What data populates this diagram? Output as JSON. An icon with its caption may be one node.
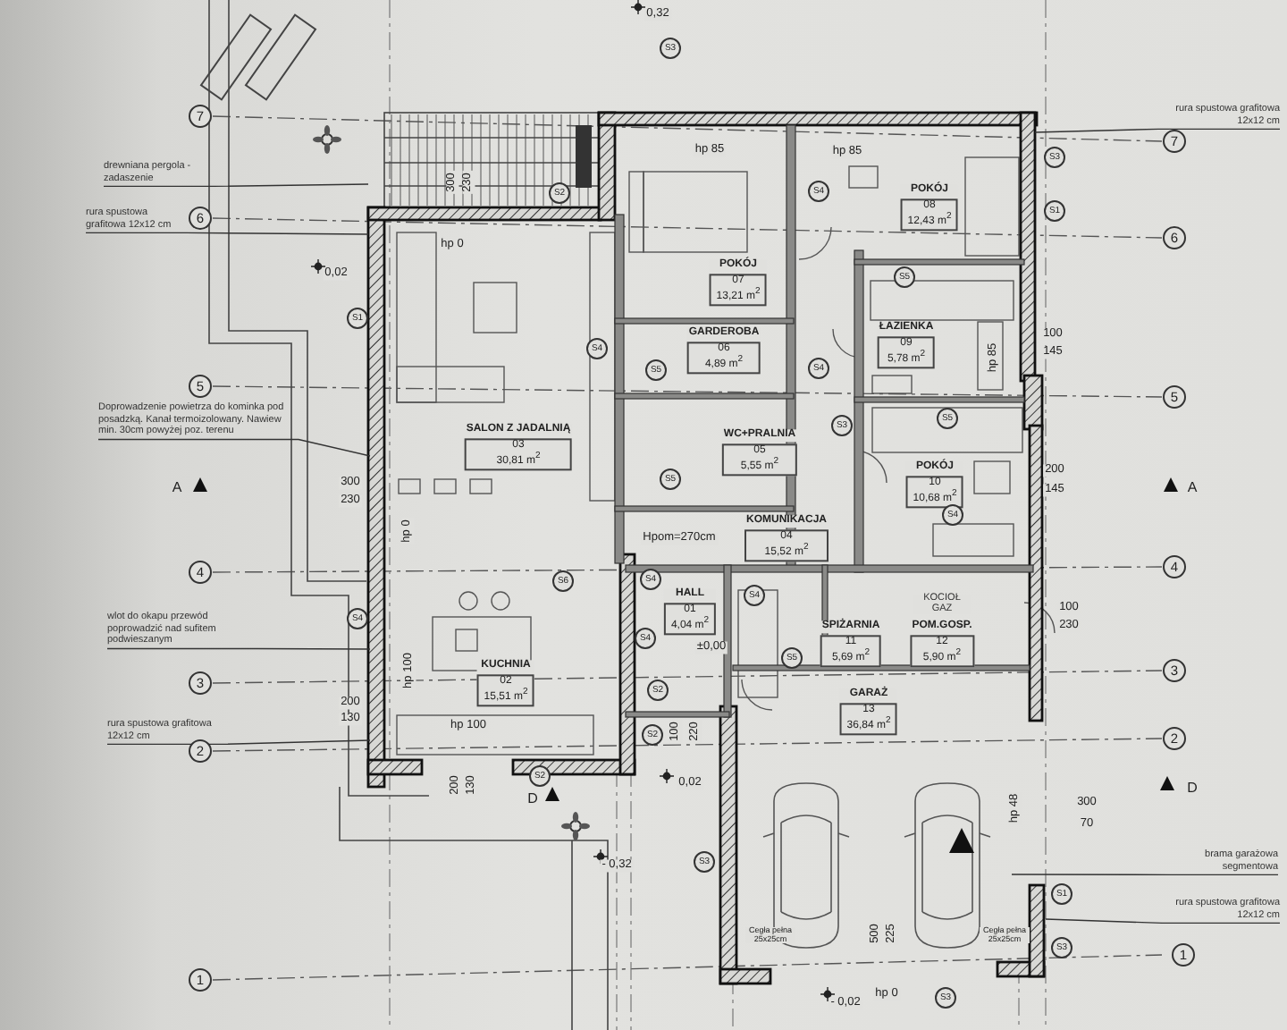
{
  "diagram": {
    "nodes": [
      {
        "text": [
          "rura spustowa grafitowa 12x12 cm"
        ]
      },
      {
        "text": [
          "drewniana pergola - zadaszenie"
        ]
      },
      {
        "text": [
          "POKÓJ",
          "08",
          "12,43 m$^{2}$"
        ]
      },
      {
        "text": [
          "rura spustowa grafitowa 12x12 cm"
        ]
      },
      {
        "text": [
          "POKÓJ",
          "07",
          "13,21 m$^{2}$"
        ]
      },
      {
        "text": [
          "GARDEROBA",
          "06",
          "4,89 m$^{2}$"
        ]
      },
      {
        "text": [
          "ŁAZIENKA",
          "09",
          "5,78 m$^{2}$"
        ]
      },
      {
        "text": [
          "Doprowadzenie powietrza do kominka pod posadzką. Kanał termoizolowany. Nawiew min. 30cm powyżej poz. terenu"
        ]
      },
      {
        "text": [
          "SALON Z JADALNIĄ",
          "03",
          "30,81 m$^{2}$"
        ]
      },
      {
        "text": [
          "WC+PRALNIA",
          "05",
          "5,55 m$^{2}$"
        ]
      },
      {
        "text": [
          "POKÓJ",
          "10",
          "10,68 m$^{2}$"
        ]
      },
      {
        "text": [
          "KOMUNIKACJA",
          "04",
          "15,52 m$^{2}$"
        ]
      },
      {
        "text": [
          "HALL",
          "01",
          "4,04 m$^{2}$"
        ]
      },
      {
        "text": [
          "wlot do okapu przewód poprowadzić nad sufitem podwieszanym"
        ]
      },
      {
        "text": [
          "SPIŻARNIA",
          "11",
          "5,69 m$^{2}$"
        ]
      },
      {
        "text": [
          "POM.GOSP.",
          "12",
          "5,90 m$^{2}$"
        ]
      },
      {
        "text": [
          "KUCHNIA",
          "02",
          "15,51 m$^{2}$"
        ]
      },
      {
        "text": [
          "GARAŻ",
          "13",
          "36,84 m$^{2}$"
        ]
      },
      {
        "text": [
          "rura spustowa grafitowa 12x12 cm"
        ]
      },
      {
        "text": [
          "brama garażowa segmentowa"
        ]
      },
      {
        "text": [
          "rura spustowa grafitowa 12x12 cm"
        ]
      }
    ],
    "edges": [
      {
        "from": 0,
        "to": null,
        "arrow": "none"
      },
      {
        "from": 1,
        "to": null,
        "arrow": "none"
      },
      {
        "from": 3,
        "to": null,
        "arrow": "none"
      },
      {
        "from": 7,
        "to": null,
        "arrow": "none"
      },
      {
        "from": 13,
        "to": null,
        "arrow": "none"
      },
      {
        "from": 18,
        "to": null,
        "arrow": "none"
      },
      {
        "from": 19,
        "to": null,
        "arrow": "none"
      },
      {
        "from": 20,
        "to": null,
        "arrow": "none"
      }
    ],
    "labels": [
      "0,32",
      "7",
      "6",
      "5",
      "4",
      "3",
      "2",
      "1",
      "7",
      "6",
      "5",
      "4",
      "3",
      "2",
      "1",
      "S3",
      "0,02",
      "hp 0",
      "300",
      "230",
      "S2",
      "hp 85",
      "hp 85",
      "S3",
      "S4",
      "S1",
      "S1",
      "S4",
      "S5",
      "S5",
      "S4",
      "100",
      "145",
      "hp 85",
      "S5",
      "S3",
      "S5",
      "300",
      "230",
      "A",
      "A",
      "200",
      "145",
      "hp 0",
      "Hpom=270cm",
      "S4",
      "S4",
      "S6",
      "S4",
      "S4",
      "S4",
      "±0,00",
      "KOCIOŁ GAZ",
      "hp 100",
      "100",
      "230",
      "200",
      "130",
      "S5",
      "S2",
      "S2",
      "hp 100",
      "100",
      "220",
      "0,02",
      "200",
      "130",
      "S2",
      "D",
      "D",
      "hp 48",
      "300",
      "70",
      "- 0,32",
      "S3",
      "S1",
      "Cegła pełna 25x25cm",
      "500",
      "225",
      "Cegła pełna 25x25cm",
      "S3",
      "- 0,02",
      "hp 0",
      "S3"
    ]
  }
}
